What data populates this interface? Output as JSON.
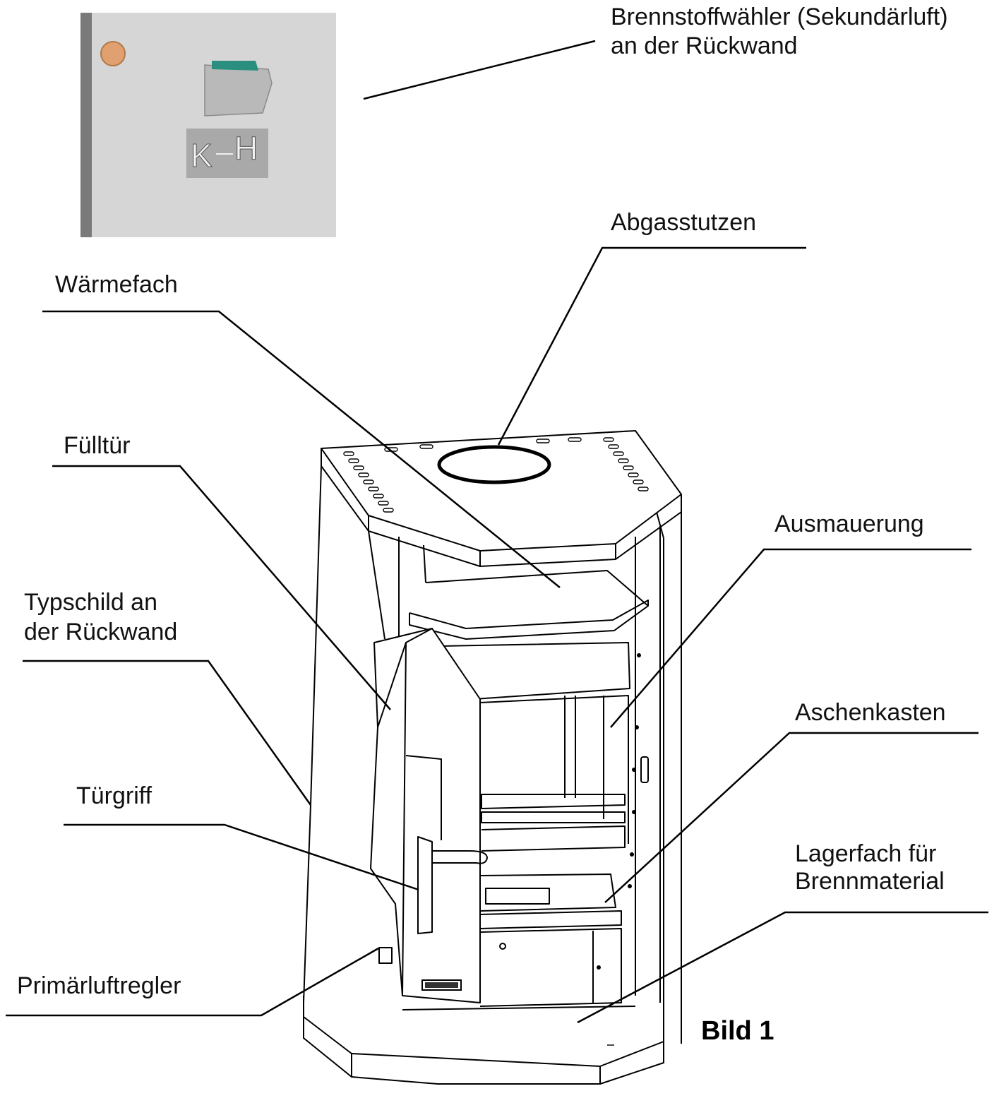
{
  "inset": {
    "knob_color": "#e0a070",
    "panel_color": "#d6d6d6",
    "slider_accent": "#2a8f7e",
    "letter_left": "K",
    "letter_right": "H"
  },
  "labels": {
    "brennstoffwaehler_line1": "Brennstoffwähler (Sekundärluft)",
    "brennstoffwaehler_line2": "an der Rückwand",
    "abgasstutzen": "Abgasstutzen",
    "waermefach": "Wärmefach",
    "fuelltuer": "Fülltür",
    "typschild_line1": "Typschild an",
    "typschild_line2": "der Rückwand",
    "ausmauerung": "Ausmauerung",
    "aschenkasten": "Aschenkasten",
    "tuergriff": "Türgriff",
    "lagerfach_line1": "Lagerfach für",
    "lagerfach_line2": "Brennmaterial",
    "primaerluftregler": "Primärluftregler"
  },
  "caption": "Bild 1"
}
